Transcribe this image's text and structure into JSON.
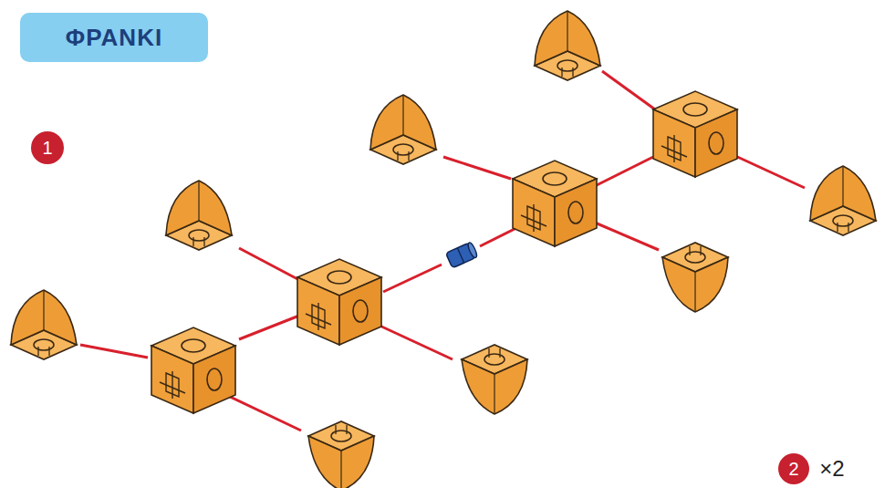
{
  "diagram": {
    "title": "ΦΡΑΝΚΙ",
    "labels": [
      "1",
      "2",
      "×2"
    ]
  }
}
